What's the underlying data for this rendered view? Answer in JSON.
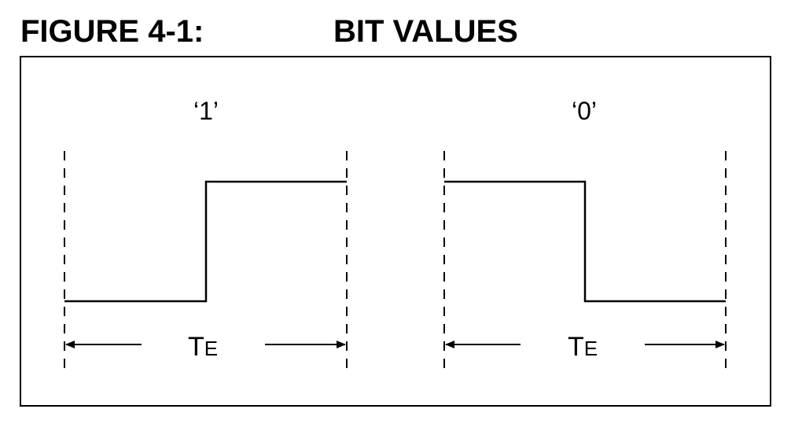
{
  "figure": {
    "number": "FIGURE 4-1:",
    "title": "BIT VALUES"
  },
  "panels": [
    {
      "label": "‘1’",
      "period_main": "T",
      "period_sub": "E"
    },
    {
      "label": "‘0’",
      "period_main": "T",
      "period_sub": "E"
    }
  ]
}
